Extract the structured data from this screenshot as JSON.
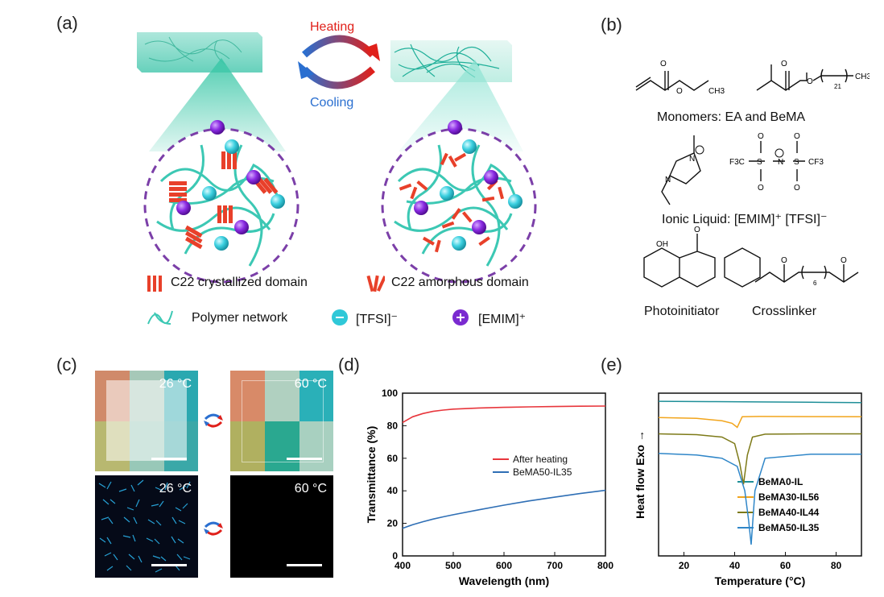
{
  "panel_labels": {
    "a": "(a)",
    "b": "(b)",
    "c": "(c)",
    "d": "(d)",
    "e": "(e)"
  },
  "panel_a": {
    "heating": "Heating",
    "cooling": "Cooling",
    "legend": {
      "crystallized": "C22 crystallized domain",
      "amorphous": "C22 amorphous domain",
      "polymer": "Polymer network",
      "tfsi": "[TFSI]⁻",
      "emim": "[EMIM]⁺"
    },
    "colors": {
      "polymer": "#3cc8b4",
      "domain": "#e8402a",
      "ring": "#7b3fa8",
      "tfsi": "#2fc8d8",
      "emim": "#7a2ad0"
    }
  },
  "panel_b": {
    "monomers": "Monomers: EA and BeMA",
    "ionic_liquid": "Ionic Liquid: [EMIM]⁺ [TFSI]⁻",
    "photoinitiator": "Photoinitiator",
    "crosslinker": "Crosslinker",
    "atoms": {
      "ch3": "CH3",
      "o": "O",
      "oh": "OH",
      "n": "N",
      "s": "S",
      "f3c": "F3C",
      "cf3": "CF3",
      "n21": "21",
      "n6": "6"
    }
  },
  "panel_c": {
    "temp_low": "26 °C",
    "temp_high": "60 °C"
  },
  "chart_data": [
    {
      "type": "line",
      "panel": "d",
      "xlabel": "Wavelength (nm)",
      "ylabel": "Transmittance (%)",
      "xlim": [
        400,
        800
      ],
      "ylim": [
        0,
        100
      ],
      "xticks": [
        400,
        500,
        600,
        700,
        800
      ],
      "yticks": [
        0,
        20,
        40,
        60,
        80,
        100
      ],
      "legend_position": "right",
      "series": [
        {
          "name": "After heating",
          "color": "#e8363c",
          "x": [
            400,
            420,
            440,
            460,
            480,
            500,
            550,
            600,
            650,
            700,
            750,
            800
          ],
          "y": [
            82,
            85.5,
            87.5,
            88.8,
            89.6,
            90.2,
            90.9,
            91.3,
            91.6,
            91.8,
            92.0,
            92.1
          ]
        },
        {
          "name": "BeMA50-IL35",
          "color": "#2f6fb5",
          "x": [
            400,
            420,
            440,
            460,
            480,
            500,
            550,
            600,
            650,
            700,
            750,
            800
          ],
          "y": [
            17,
            19.2,
            21,
            22.6,
            24,
            25.3,
            28.3,
            31.2,
            33.8,
            36.1,
            38.3,
            40.3
          ]
        }
      ]
    },
    {
      "type": "line",
      "panel": "e",
      "xlabel": "Temperature (°C)",
      "ylabel": "Heat flow  Exo →",
      "xlim": [
        10,
        90
      ],
      "xticks": [
        20,
        40,
        60,
        80
      ],
      "legend_position": "bottom-right",
      "series": [
        {
          "name": "BeMA0-IL",
          "color": "#1f8f98",
          "x": [
            10,
            30,
            50,
            70,
            90
          ],
          "y": [
            0.95,
            0.948,
            0.946,
            0.944,
            0.942
          ]
        },
        {
          "name": "BeMA30-IL56",
          "color": "#f2a51c",
          "x": [
            10,
            25,
            35,
            39,
            41,
            43,
            50,
            70,
            90
          ],
          "y": [
            0.85,
            0.845,
            0.83,
            0.815,
            0.79,
            0.855,
            0.857,
            0.856,
            0.855
          ]
        },
        {
          "name": "BeMA40-IL44",
          "color": "#7d7a18",
          "x": [
            10,
            25,
            35,
            40,
            42,
            43.5,
            45,
            47,
            52,
            70,
            90
          ],
          "y": [
            0.75,
            0.745,
            0.73,
            0.69,
            0.57,
            0.44,
            0.62,
            0.73,
            0.748,
            0.75,
            0.75
          ]
        },
        {
          "name": "BeMA50-IL35",
          "color": "#2f86c8",
          "x": [
            10,
            25,
            35,
            41,
            44,
            45.5,
            46.5,
            48,
            52,
            70,
            90
          ],
          "y": [
            0.63,
            0.62,
            0.6,
            0.55,
            0.4,
            0.22,
            0.07,
            0.4,
            0.6,
            0.625,
            0.625
          ]
        }
      ]
    }
  ]
}
